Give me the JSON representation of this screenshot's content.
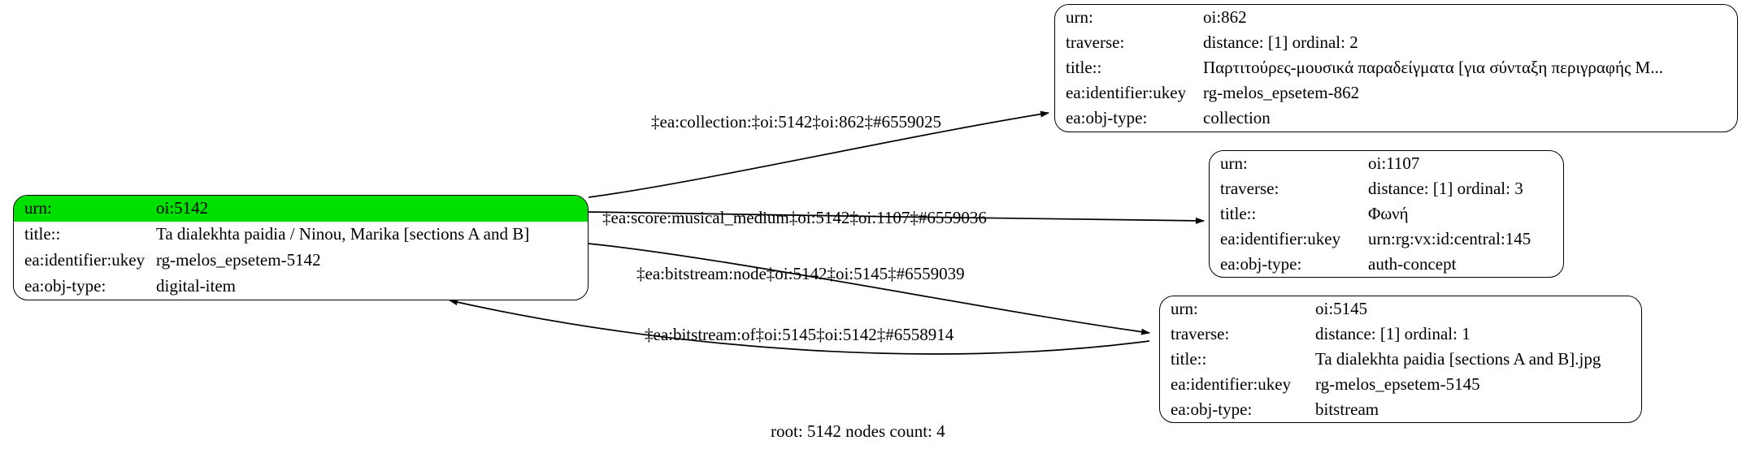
{
  "graph": {
    "caption": "root: 5142 nodes count: 4",
    "highlight_color": "#00e000",
    "background_color": "#ffffff",
    "stroke_color": "#000000"
  },
  "nodes": {
    "root": {
      "id": "oi:5142",
      "rows": [
        {
          "key": "urn:",
          "value": "oi:5142",
          "highlighted": true
        },
        {
          "key": "title::",
          "value": "Ta dialekhta paidia / Ninou, Marika [sections A and B]",
          "highlighted": false
        },
        {
          "key": "ea:identifier:ukey",
          "value": "rg-melos_epsetem-5142",
          "highlighted": false
        },
        {
          "key": "ea:obj-type:",
          "value": "digital-item",
          "highlighted": false
        }
      ]
    },
    "collection": {
      "id": "oi:862",
      "rows": [
        {
          "key": "urn:",
          "value": "oi:862",
          "highlighted": false
        },
        {
          "key": "traverse:",
          "value": "distance: [1]     ordinal: 2",
          "highlighted": false
        },
        {
          "key": "title::",
          "value": "Παρτιτούρες-μουσικά παραδείγματα [για σύνταξη περιγραφής Μ...",
          "highlighted": false
        },
        {
          "key": "ea:identifier:ukey",
          "value": "rg-melos_epsetem-862",
          "highlighted": false
        },
        {
          "key": "ea:obj-type:",
          "value": "collection",
          "highlighted": false
        }
      ]
    },
    "concept": {
      "id": "oi:1107",
      "rows": [
        {
          "key": "urn:",
          "value": "oi:1107",
          "highlighted": false
        },
        {
          "key": "traverse:",
          "value": "distance: [1]      ordinal: 3",
          "highlighted": false
        },
        {
          "key": "title::",
          "value": "Φωνή",
          "highlighted": false
        },
        {
          "key": "ea:identifier:ukey",
          "value": "urn:rg:vx:id:central:145",
          "highlighted": false
        },
        {
          "key": "ea:obj-type:",
          "value": "auth-concept",
          "highlighted": false
        }
      ]
    },
    "bitstream": {
      "id": "oi:5145",
      "rows": [
        {
          "key": "urn:",
          "value": "oi:5145",
          "highlighted": false
        },
        {
          "key": "traverse:",
          "value": "distance: [1]     ordinal: 1",
          "highlighted": false
        },
        {
          "key": "title::",
          "value": "Ta dialekhta paidia [sections A and B].jpg",
          "highlighted": false
        },
        {
          "key": "ea:identifier:ukey",
          "value": "rg-melos_epsetem-5145",
          "highlighted": false
        },
        {
          "key": "ea:obj-type:",
          "value": "bitstream",
          "highlighted": false
        }
      ]
    }
  },
  "edges": [
    {
      "label": "‡ea:collection:‡oi:5142‡oi:862‡#6559025",
      "from": "oi:5142",
      "to": "oi:862"
    },
    {
      "label": "‡ea:score:musical_medium‡oi:5142‡oi:1107‡#6559036",
      "from": "oi:5142",
      "to": "oi:1107"
    },
    {
      "label": "‡ea:bitstream:node‡oi:5142‡oi:5145‡#6559039",
      "from": "oi:5142",
      "to": "oi:5145"
    },
    {
      "label": "‡ea:bitstream:of‡oi:5145‡oi:5142‡#6558914",
      "from": "oi:5145",
      "to": "oi:5142"
    }
  ]
}
